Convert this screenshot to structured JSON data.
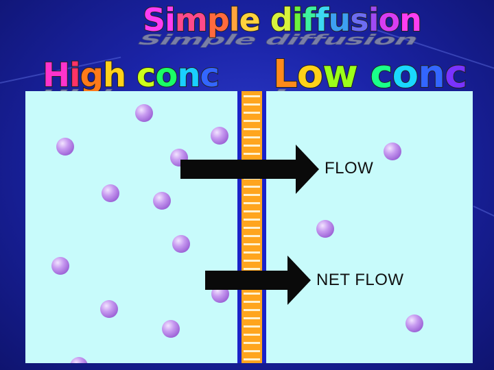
{
  "title": "Simple diffusion",
  "left_label": "High conc",
  "right_label": "Low conc",
  "arrows": {
    "flow": "FLOW",
    "net_flow": "NET FLOW"
  },
  "colors": {
    "background": "#1b24a8",
    "panel": "#c8fbfb",
    "bead": "#b07be6",
    "membrane_blue": "#1a22c8",
    "membrane_orange": "#ffa51e",
    "arrow": "#0a0a0a"
  },
  "title_letter_colors": [
    "#ff3df2",
    "#ff3df2",
    "#ff4a8a",
    "#ff6a3d",
    "#ffa53d",
    "#ffd23d",
    "#d8f23d",
    "#6cf23d",
    "#3df2a0",
    "#3dd8f2",
    "#3da0f2",
    "#6c6cf2",
    "#a04af2",
    "#d83df2",
    "#ff3df2",
    "#ff3df2"
  ],
  "high_letter_colors": [
    "#ff33cc",
    "#ff3366",
    "#ff7a1a",
    "#ffd11a",
    "#ccff1a",
    "#1aff66",
    "#1acfff",
    "#3366ff",
    "#9933ff"
  ],
  "low_letter_colors": [
    "#ff8a1a",
    "#ffd11a",
    "#9cff1a",
    "#1aff8a",
    "#1ad8ff",
    "#3366ff",
    "#7a33ff",
    "#cc33ff"
  ]
}
